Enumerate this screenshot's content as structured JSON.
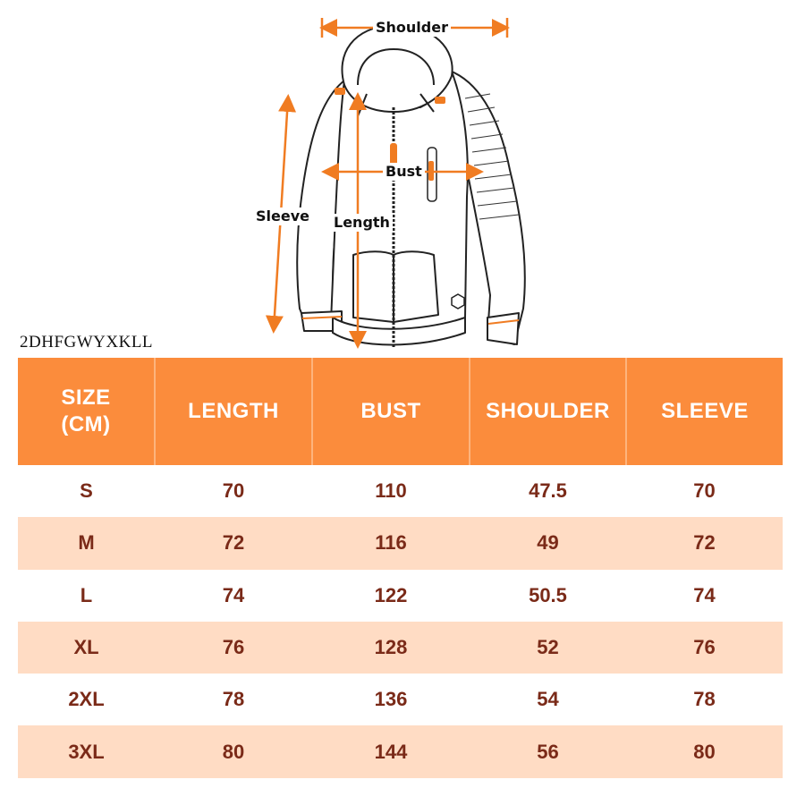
{
  "diagram": {
    "labels": {
      "shoulder": "Shoulder",
      "bust": "Bust",
      "length": "Length",
      "sleeve": "Sleeve"
    },
    "accent_color": "#f07c22"
  },
  "sku": "2DHFGWYXKLL",
  "table": {
    "header_bg": "#fb8c3c",
    "row_alt_bg": "#ffdcc4",
    "value_color": "#7a2a18",
    "headers": [
      "SIZE\n(CM)",
      "LENGTH",
      "BUST",
      "SHOULDER",
      "SLEEVE"
    ],
    "rows": [
      [
        "S",
        "70",
        "110",
        "47.5",
        "70"
      ],
      [
        "M",
        "72",
        "116",
        "49",
        "72"
      ],
      [
        "L",
        "74",
        "122",
        "50.5",
        "74"
      ],
      [
        "XL",
        "76",
        "128",
        "52",
        "76"
      ],
      [
        "2XL",
        "78",
        "136",
        "54",
        "78"
      ],
      [
        "3XL",
        "80",
        "144",
        "56",
        "80"
      ]
    ]
  }
}
